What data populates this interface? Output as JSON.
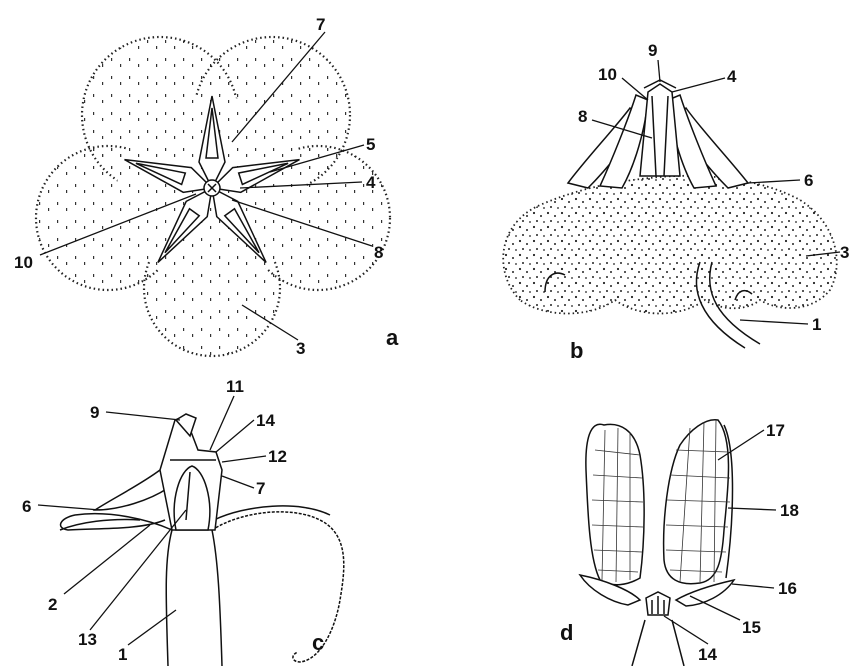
{
  "panels": {
    "a": {
      "letter": "a",
      "labels": {
        "l7": "7",
        "l5": "5",
        "l4": "4",
        "l8": "8",
        "l10": "10",
        "l3": "3"
      }
    },
    "b": {
      "letter": "b",
      "labels": {
        "l9": "9",
        "l4": "4",
        "l10": "10",
        "l8": "8",
        "l6": "6",
        "l3": "3",
        "l1": "1"
      }
    },
    "c": {
      "letter": "c",
      "labels": {
        "l9": "9",
        "l11": "11",
        "l14": "14",
        "l12": "12",
        "l7": "7",
        "l6": "6",
        "l2": "2",
        "l13": "13",
        "l1": "1"
      }
    },
    "d": {
      "letter": "d",
      "labels": {
        "l17": "17",
        "l18": "18",
        "l16": "16",
        "l15": "15",
        "l14": "14"
      }
    }
  }
}
